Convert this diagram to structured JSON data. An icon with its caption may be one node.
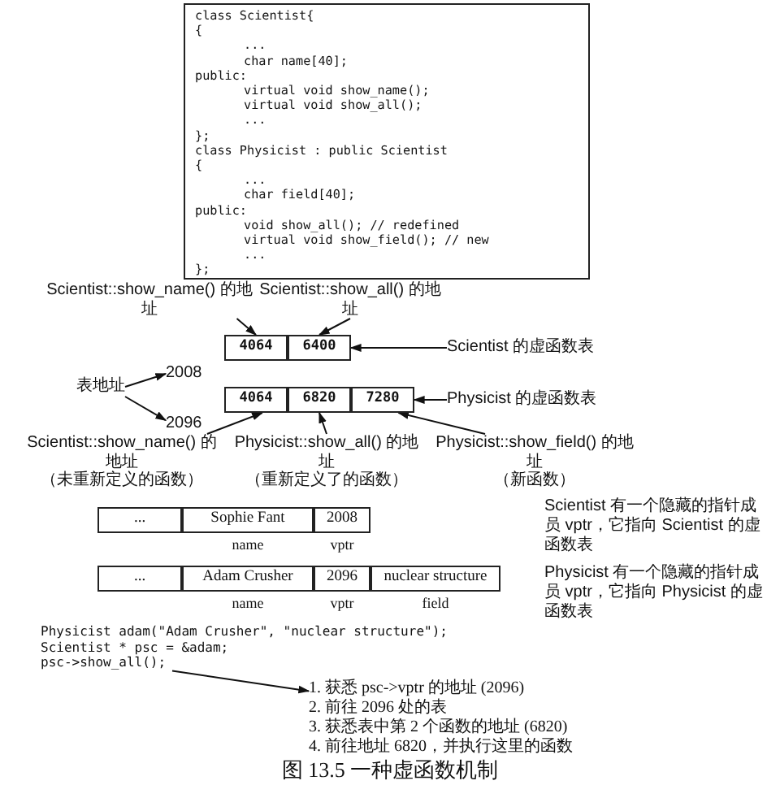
{
  "diagram": {
    "caption": "图 13.5 一种虚函数机制",
    "nodes": [
      {
        "text": [
          "class Scientist{",
          "{",
          "...",
          "char name[40];",
          "public:",
          "virtual void show_name();",
          "virtual void show_all();",
          "...",
          "};",
          "class Physicist : public Scientist",
          "{",
          "...",
          "char field[40];",
          "public:",
          "void show_all(); // redefined",
          "virtual void show_field(); // new",
          "...",
          "};"
        ]
      },
      {
        "text": [
          "Scientist::show_name() 的地址"
        ]
      },
      {
        "text": [
          "Scientist::show_all() 的地址"
        ]
      },
      {
        "text": [
          "4064"
        ]
      },
      {
        "text": [
          "6400"
        ]
      },
      {
        "text": [
          "Scientist 的虚函数表"
        ]
      },
      {
        "text": [
          "表地址"
        ]
      },
      {
        "text": [
          "2008"
        ]
      },
      {
        "text": [
          "2096"
        ]
      },
      {
        "text": [
          "4064"
        ]
      },
      {
        "text": [
          "6820"
        ]
      },
      {
        "text": [
          "7280"
        ]
      },
      {
        "text": [
          "Physicist 的虚函数表"
        ]
      },
      {
        "text": [
          "Scientist::show_name() 的地址",
          "（未重新定义的函数）"
        ]
      },
      {
        "text": [
          "Physicist::show_all() 的地址",
          "（重新定义了的函数）"
        ]
      },
      {
        "text": [
          "Physicist::show_field() 的地址",
          "（新函数）"
        ]
      },
      {
        "text": [
          "..."
        ]
      },
      {
        "text": [
          "Sophie Fant"
        ],
        "beside": [
          "name"
        ]
      },
      {
        "text": [
          "2008"
        ],
        "beside": [
          "vptr"
        ]
      },
      {
        "text": [
          "..."
        ]
      },
      {
        "text": [
          "Adam Crusher"
        ],
        "beside": [
          "name"
        ]
      },
      {
        "text": [
          "2096"
        ],
        "beside": [
          "vptr"
        ]
      },
      {
        "text": [
          "nuclear structure"
        ],
        "beside": [
          "field"
        ]
      },
      {
        "text": [
          "Physicist adam(\"Adam Crusher\", \"nuclear structure\");",
          "Scientist * psc = &adam;",
          "psc->show_all();"
        ]
      },
      {
        "text": [
          "1. 获悉 psc->vptr 的地址 (2096)",
          "2. 前往 2096 处的表",
          "3. 获悉表中第 2 个函数的地址 (6820)",
          "4. 前往地址 6820，并执行这里的函数"
        ]
      }
    ],
    "edges": [
      {
        "from": 1,
        "to": 3,
        "arrow": "to"
      },
      {
        "from": 2,
        "to": 4,
        "arrow": "to"
      },
      {
        "from": 5,
        "to": 4,
        "arrow": "to"
      },
      {
        "from": 6,
        "to": 7,
        "arrow": "to"
      },
      {
        "from": 6,
        "to": 8,
        "arrow": "to"
      },
      {
        "from": 12,
        "to": 11,
        "arrow": "to"
      },
      {
        "from": 13,
        "to": 9,
        "arrow": "to"
      },
      {
        "from": 14,
        "to": 10,
        "arrow": "to"
      },
      {
        "from": 15,
        "to": 11,
        "arrow": "to"
      },
      {
        "from": 23,
        "to": 24,
        "arrow": "to"
      }
    ],
    "labels": [
      "Scientist 有一个隐藏的指针成员 vptr，它指向 Scientist 的虚函数表",
      "Physicist 有一个隐藏的指针成员 vptr，它指向 Physicist 的虚函数表"
    ]
  }
}
